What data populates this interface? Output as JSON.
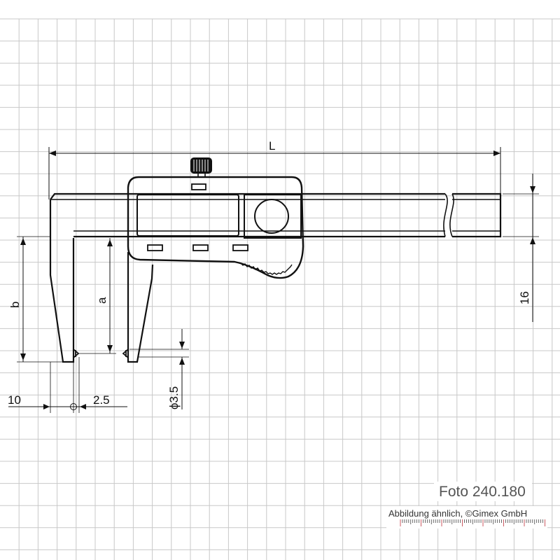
{
  "drawing": {
    "title": "Digital caliper technical drawing",
    "dimensions": {
      "length_label": "L",
      "jaw_depth_outer_label": "b",
      "jaw_depth_inner_label": "a",
      "beam_height": "16",
      "tip_diameter": "ϕ3.5",
      "jaw_width": "10",
      "tip_offset": "2.5"
    }
  },
  "footer": {
    "photo_ref": "Foto 240.180",
    "credit": "Abbildung ähnlich, ©Gimex GmbH"
  },
  "colors": {
    "grid": "#c8c8c8",
    "line": "#111111",
    "footer_text": "#555555",
    "ruler_major": "#c0303a"
  }
}
